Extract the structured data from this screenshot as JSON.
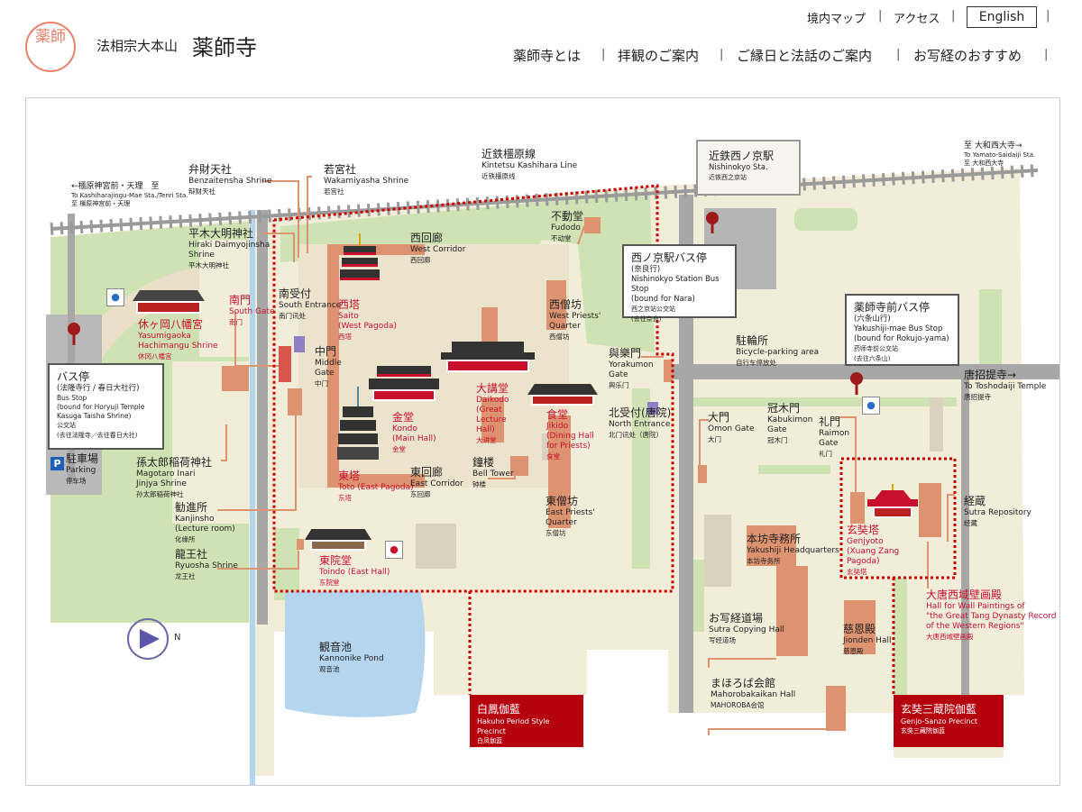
{
  "header": {
    "seal_text": "薬師",
    "subtitle": "法相宗大本山",
    "title": "薬師寺",
    "utility_nav": [
      "境内マップ",
      "アクセス"
    ],
    "english_button": "English",
    "main_nav": [
      "薬師寺とは",
      "拝観のご案内",
      "ご縁日と法話のご案内",
      "お写経のおすすめ"
    ]
  },
  "map": {
    "compass": "N",
    "labels": [
      {
        "jp": "弁財天社",
        "en": "Benzaitensha Shrine",
        "cn": "辩财天社"
      },
      {
        "jp": "若宮社",
        "en": "Wakamiyasha Shrine",
        "cn": "若宫社"
      },
      {
        "jp": "平木大明神社",
        "en": "Hiraki Daimyojinsha\nShrine",
        "cn": "平木大明神社"
      },
      {
        "jp": "南受付",
        "en": "South Entrance",
        "cn": "南门讯处"
      },
      {
        "jp": "南門",
        "en": "South Gate",
        "cn": "南门"
      },
      {
        "jp": "西塔",
        "en": "Saito\n(West Pagoda)",
        "cn": "西塔"
      },
      {
        "jp": "中門",
        "en": "Middle\nGate",
        "cn": "中门"
      },
      {
        "jp": "西回廊",
        "en": "West Corridor",
        "cn": "西回廊"
      },
      {
        "jp": "不動堂",
        "en": "Fudodo",
        "cn": "不动堂"
      },
      {
        "jp": "西僧坊",
        "en": "West Priests'\nQuarter",
        "cn": "西僧坊"
      },
      {
        "jp": "大講堂",
        "en": "Daikodo\n(Great\nLecture\nHall)",
        "cn": "大讲堂"
      },
      {
        "jp": "金堂",
        "en": "Kondo\n(Main Hall)",
        "cn": "金堂"
      },
      {
        "jp": "食堂",
        "en": "Jikido\n(Dining Hall\nfor Priests)",
        "cn": "食堂"
      },
      {
        "jp": "與樂門",
        "en": "Yorakumon\nGate",
        "cn": "舆乐门"
      },
      {
        "jp": "北受付(唐院)",
        "en": "North Entrance",
        "cn": "北门讯处（唐院）"
      },
      {
        "jp": "東塔",
        "en": "Toto (East Pagoda)",
        "cn": "东塔"
      },
      {
        "jp": "東回廊",
        "en": "East Corridor",
        "cn": "东回廊"
      },
      {
        "jp": "鐘楼",
        "en": "Bell Tower",
        "cn": "钟楼"
      },
      {
        "jp": "東僧坊",
        "en": "East Priests'\nQuarter",
        "cn": "东僧坊"
      },
      {
        "jp": "休ヶ岡八幡宮",
        "en": "Yasumigaoka\nHachimangu Shrine",
        "cn": "休冈八幡宫"
      },
      {
        "jp": "孫太郎稲荷神社",
        "en": "Magotaro Inari\nJinjya Shrine",
        "cn": "孙太郎稲荷神社"
      },
      {
        "jp": "勧進所",
        "en": "Kanjinsho\n(Lecture room)",
        "cn": "化缘所"
      },
      {
        "jp": "龍王社",
        "en": "Ryuosha Shrine",
        "cn": "龙王社"
      },
      {
        "jp": "東院堂",
        "en": "Toindo (East Hall)",
        "cn": "东院堂"
      },
      {
        "jp": "観音池",
        "en": "Kannonike Pond",
        "cn": "观音池"
      },
      {
        "jp": "駐輪所",
        "en": "Bicycle-parking area",
        "cn": "自行车停放处"
      },
      {
        "jp": "大門",
        "en": "Omon Gate",
        "cn": "大门"
      },
      {
        "jp": "冠木門",
        "en": "Kabukimon\nGate",
        "cn": "冠木门"
      },
      {
        "jp": "礼門",
        "en": "Raimon\nGate",
        "cn": "礼门"
      },
      {
        "jp": "玄奘塔",
        "en": "Genjyoto\n(Xuang Zang\nPagoda)",
        "cn": "玄奘塔"
      },
      {
        "jp": "経蔵",
        "en": "Sutra Repository",
        "cn": "经藏"
      },
      {
        "jp": "本坊寺務所",
        "en": "Yakushiji Headquarters",
        "cn": "本坊寺务所"
      },
      {
        "jp": "お写経道場",
        "en": "Sutra Copying Hall",
        "cn": "写经道场"
      },
      {
        "jp": "大唐西域壁画殿",
        "en": "Hall for Wall Paintings of\n\"the Great Tang Dynasty Record\n of the Western Regions\"",
        "cn": "大唐西域壁画殿"
      },
      {
        "jp": "慈恩殿",
        "en": "Jionden Hall",
        "cn": "慈恩殿"
      },
      {
        "jp": "まほろば会館",
        "en": "Mahorobakaikan Hall",
        "cn": "MAHOROBA会馆"
      },
      {
        "jp": "近鉄橿原線",
        "en": "Kintetsu Kashihara Line",
        "cn": "近铁橿原线"
      },
      {
        "jp": "唐招提寺→",
        "en": "To Toshodaiji Temple",
        "cn": "唐招提寺"
      },
      {
        "jp": "駐車場",
        "en": "Parking",
        "cn": "停车场"
      }
    ],
    "directions": {
      "left": {
        "jp": "←橿原神宮前・天理　至",
        "en": "To Kashiharajingu-Mae Sta./Tenri Sta.",
        "cn": "至 橿原神宫前・天理"
      },
      "right": {
        "jp": "至 大和西大寺→",
        "en": "To Yamato-Saidaiji Sta.",
        "cn": "至 大和西大寺"
      }
    },
    "station": {
      "jp": "近鉄西ノ京駅",
      "en": "Nishinokyo Sta.",
      "cn": "近铁西之京站"
    },
    "bus_stops": [
      {
        "jp": "バス停",
        "line": "(法隆寺行 / 春日大社行)",
        "en": "Bus Stop\n(bound for Horyuji Temple\nKasuga Taisha Shrine)",
        "cn": "公交站",
        "cn2": "(去往法隆寺／去往春日大社)"
      },
      {
        "jp": "西ノ京駅バス停",
        "line": "(奈良行)",
        "en": "Nishinokyo Station Bus Stop\n(bound for Nara)",
        "cn": "西之京站公交站",
        "cn2": "(去往奈良)"
      },
      {
        "jp": "薬師寺前バス停",
        "line": "(六条山行)",
        "en": "Yakushiji-mae Bus Stop\n(bound for Rokujo-yama)",
        "cn": "药师寺前公交站",
        "cn2": "(去往六条山)"
      }
    ],
    "precincts": [
      {
        "jp": "白鳳伽藍",
        "en": "Hakuho Period Style Precinct",
        "cn": "白凤伽蓝"
      },
      {
        "jp": "玄奘三蔵院伽藍",
        "en": "Genjo-Sanzo Precinct",
        "cn": "玄奘三藏院伽蓝"
      }
    ],
    "colors": {
      "accent": "#c8102e",
      "precinct": "#b5000d",
      "building": "#dd9270",
      "green": "#cfe2b3",
      "ground": "#f2edd9",
      "road": "#a7a7a7",
      "pond": "#b5d5ee"
    }
  }
}
